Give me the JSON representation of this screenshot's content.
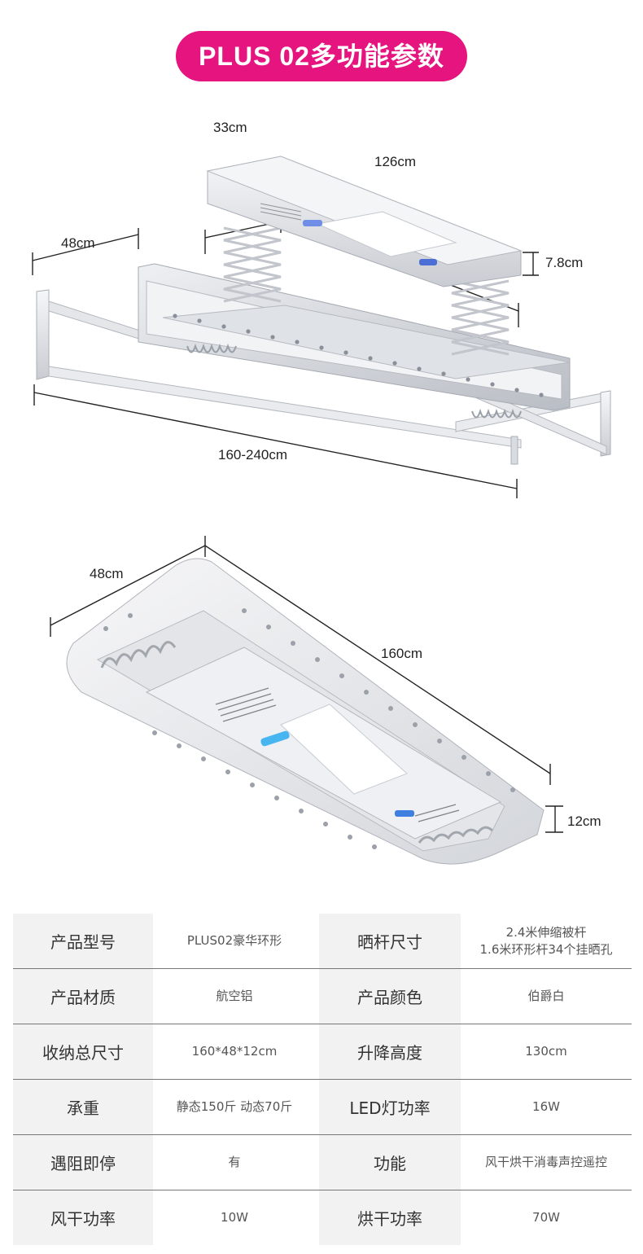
{
  "title": "PLUS 02多功能参数",
  "colors": {
    "accent": "#e5147e",
    "key_bg": "#f2f2f2",
    "rule": "#777777"
  },
  "diagram1": {
    "dims": {
      "width_top": "33cm",
      "length_top": "126cm",
      "height_top": "7.8cm",
      "width_rack": "48cm",
      "length_rack": "160-240cm"
    }
  },
  "diagram2": {
    "dims": {
      "width": "48cm",
      "length": "160cm",
      "height": "12cm"
    }
  },
  "specs": [
    {
      "k1": "产品型号",
      "v1": "PLUS02豪华环形",
      "k2": "晒杆尺寸",
      "v2_line1": "2.4米伸缩被杆",
      "v2_line2": "1.6米环形杆34个挂晒孔"
    },
    {
      "k1": "产品材质",
      "v1": "航空铝",
      "k2": "产品颜色",
      "v2_line1": "伯爵白",
      "v2_line2": ""
    },
    {
      "k1": "收纳总尺寸",
      "v1": "160*48*12cm",
      "k2": "升降高度",
      "v2_line1": "130cm",
      "v2_line2": ""
    },
    {
      "k1": "承重",
      "v1": "静态150斤 动态70斤",
      "k2": "LED灯功率",
      "v2_line1": "16W",
      "v2_line2": ""
    },
    {
      "k1": "遇阻即停",
      "v1": "有",
      "k2": "功能",
      "v2_line1": "风干烘干消毒声控遥控",
      "v2_line2": ""
    },
    {
      "k1": "风干功率",
      "v1": "10W",
      "k2": "烘干功率",
      "v2_line1": "70W",
      "v2_line2": ""
    }
  ]
}
